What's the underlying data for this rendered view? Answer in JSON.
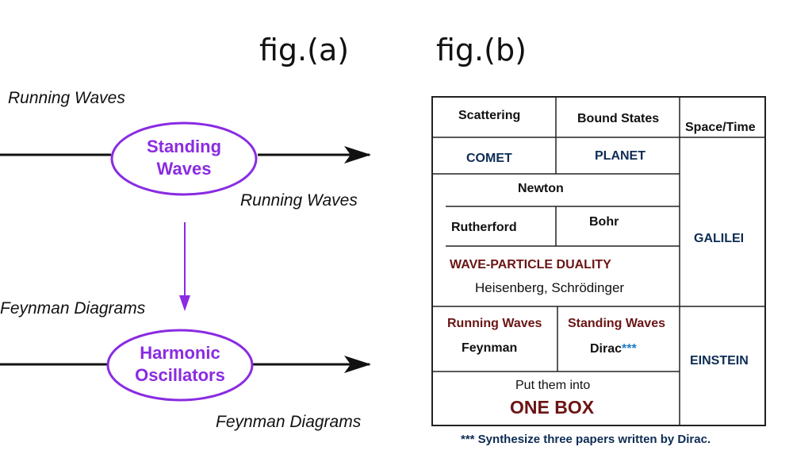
{
  "fig_a": {
    "title": "fig.(a)",
    "running_waves_top": "Running Waves",
    "running_waves_bottom": "Running Waves",
    "standing_waves": [
      "Standing",
      "Waves"
    ],
    "feynman_top": "Feynman Diagrams",
    "feynman_bottom": "Feynman Diagrams",
    "harmonic_oscillators": [
      "Harmonic",
      "Oscillators"
    ]
  },
  "fig_b": {
    "title": "fig.(b)",
    "headers": {
      "scattering": "Scattering",
      "bound_states": "Bound States",
      "space_time": "Space/Time"
    },
    "comet": "COMET",
    "planet": "PLANET",
    "newton": "Newton",
    "rutherford": "Rutherford",
    "bohr": "Bohr",
    "galilei": "GALILEI",
    "wave_particle": "WAVE-PARTICLE DUALITY",
    "heisenberg": "Heisenberg, Schrödinger",
    "running_waves": "Running Waves",
    "standing_waves": "Standing Waves",
    "feynman": "Feynman",
    "dirac": "Dirac",
    "dirac_stars": "***",
    "einstein": "EINSTEIN",
    "put_them_into": "Put them into",
    "one_box": "ONE BOX",
    "footnote": "*** Synthesize three papers written by Dirac."
  },
  "colors": {
    "purple": "#8a2be2",
    "navy": "#0d2c54",
    "maroon": "#6b1414",
    "blue": "#1f7bc8"
  }
}
